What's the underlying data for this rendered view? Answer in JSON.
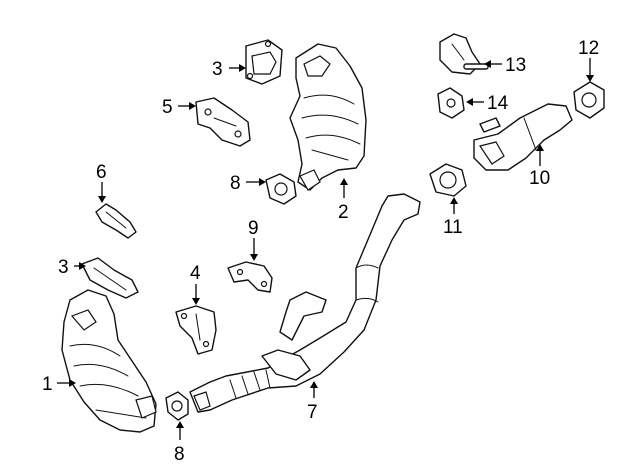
{
  "callouts": {
    "c1": "1",
    "c2": "2",
    "c3a": "3",
    "c3b": "3",
    "c4": "4",
    "c5": "5",
    "c6": "6",
    "c7": "7",
    "c8a": "8",
    "c8b": "8",
    "c9": "9",
    "c10": "10",
    "c11": "11",
    "c12": "12",
    "c13": "13",
    "c14": "14"
  }
}
